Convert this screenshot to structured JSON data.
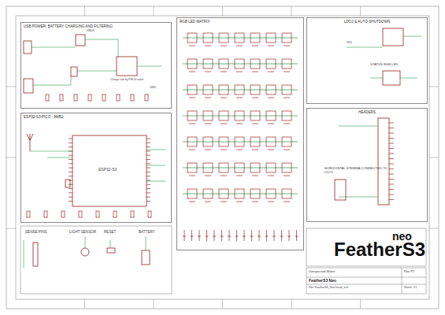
{
  "diagram": {
    "title": "FeatherS3 Neo",
    "nodes": [
      {
        "text": [
          "USB POWER, BATTERY CHARGING AND FILTERING"
        ]
      },
      {
        "text": [
          "ESP32-S3-PICO - 8MB2"
        ]
      },
      {
        "text": [
          "RGB LED MATRIX"
        ]
      },
      {
        "text": [
          "LDO2 & AUTO-SHUTDOWN"
        ]
      },
      {
        "text": [
          "HEADERS"
        ]
      }
    ],
    "labels": [
      "SENSE PINS",
      "LIGHT SENSOR",
      "RESET",
      "BATTERY",
      "STATUS RGB LED",
      "HORIZONTAL STEMMA CONNECTED TO LDO1",
      "Charge rate by PROG value",
      "ESP32-S3",
      "VBUS",
      "3V3",
      "GND",
      "Unexpected Maker",
      "neo",
      "FeatherS3",
      "Rev P1",
      "Sheet: 1/1",
      "File: FeatherS3_Neo.kicad_sch"
    ]
  }
}
